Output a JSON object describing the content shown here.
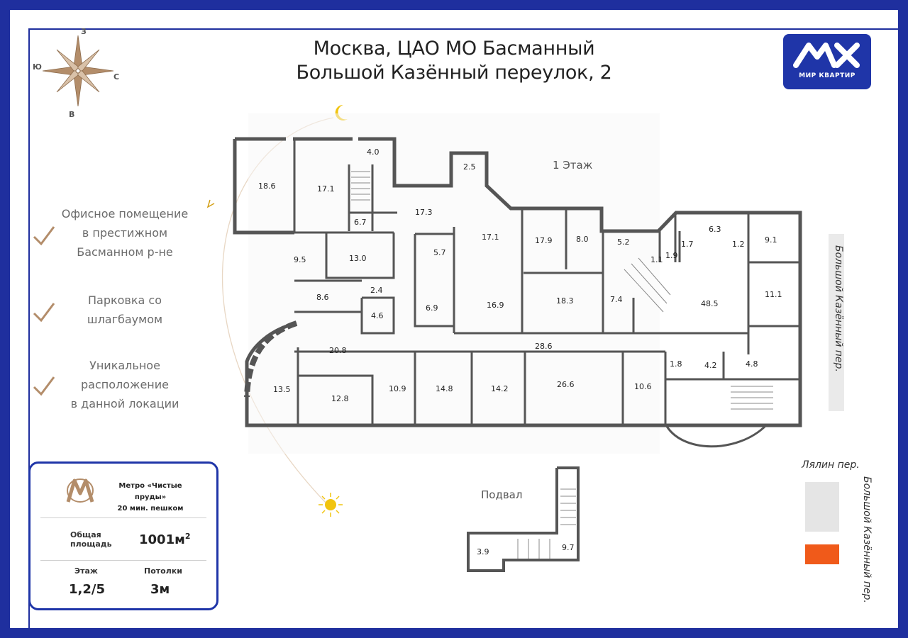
{
  "title": {
    "line1": "Москва, ЦАО МО Басманный",
    "line2": "Большой Казённый переулок, 2"
  },
  "logo": {
    "name": "МИР КВАРТИР",
    "color": "#1f35a8"
  },
  "compass": {
    "north": "З",
    "west": "Ю",
    "east": "С",
    "south": "В"
  },
  "features": [
    {
      "text": "Офисное помещение\nв престижном\nБасманном р-не"
    },
    {
      "text": "Парковка со\nшлагбаумом"
    },
    {
      "text": "Уникальное\nрасположение\nв данной локации"
    }
  ],
  "info_card": {
    "metro": "Метро «Чистые пруды»\n20 мин. пешком",
    "area_label": "Общая\nплощадь",
    "area_value": "1001м",
    "area_sup": "2",
    "floor_label": "Этаж",
    "floor_value": "1,2/5",
    "ceiling_label": "Потолки",
    "ceiling_value": "3м"
  },
  "floors": {
    "first": "1 Этаж",
    "basement": "Подвал"
  },
  "streets": {
    "right_top": "Большой Казённый пер.",
    "bottom": "Лялин пер.",
    "right_bottom": "Большой Казённый пер."
  },
  "rooms": [
    "18.6",
    "17.1",
    "4.0",
    "2.5",
    "6.7",
    "17.3",
    "17.1",
    "17.9",
    "8.0",
    "5.2",
    "1.7",
    "6.3",
    "9.1",
    "1.2",
    "1.9",
    "1.1",
    "9.5",
    "13.0",
    "5.7",
    "2.4",
    "8.6",
    "4.6",
    "6.9",
    "16.9",
    "18.3",
    "7.4",
    "48.5",
    "11.1",
    "28.6",
    "20.8",
    "13.5",
    "12.8",
    "10.9",
    "14.8",
    "14.2",
    "26.6",
    "10.6",
    "1.8",
    "4.2",
    "4.8",
    "3.9",
    "9.7"
  ],
  "colors": {
    "frame": "#1f2f9e",
    "accent": "#1f35a8",
    "wall": "#555555",
    "orange": "#f05a1a",
    "check": "#b38d6a"
  }
}
